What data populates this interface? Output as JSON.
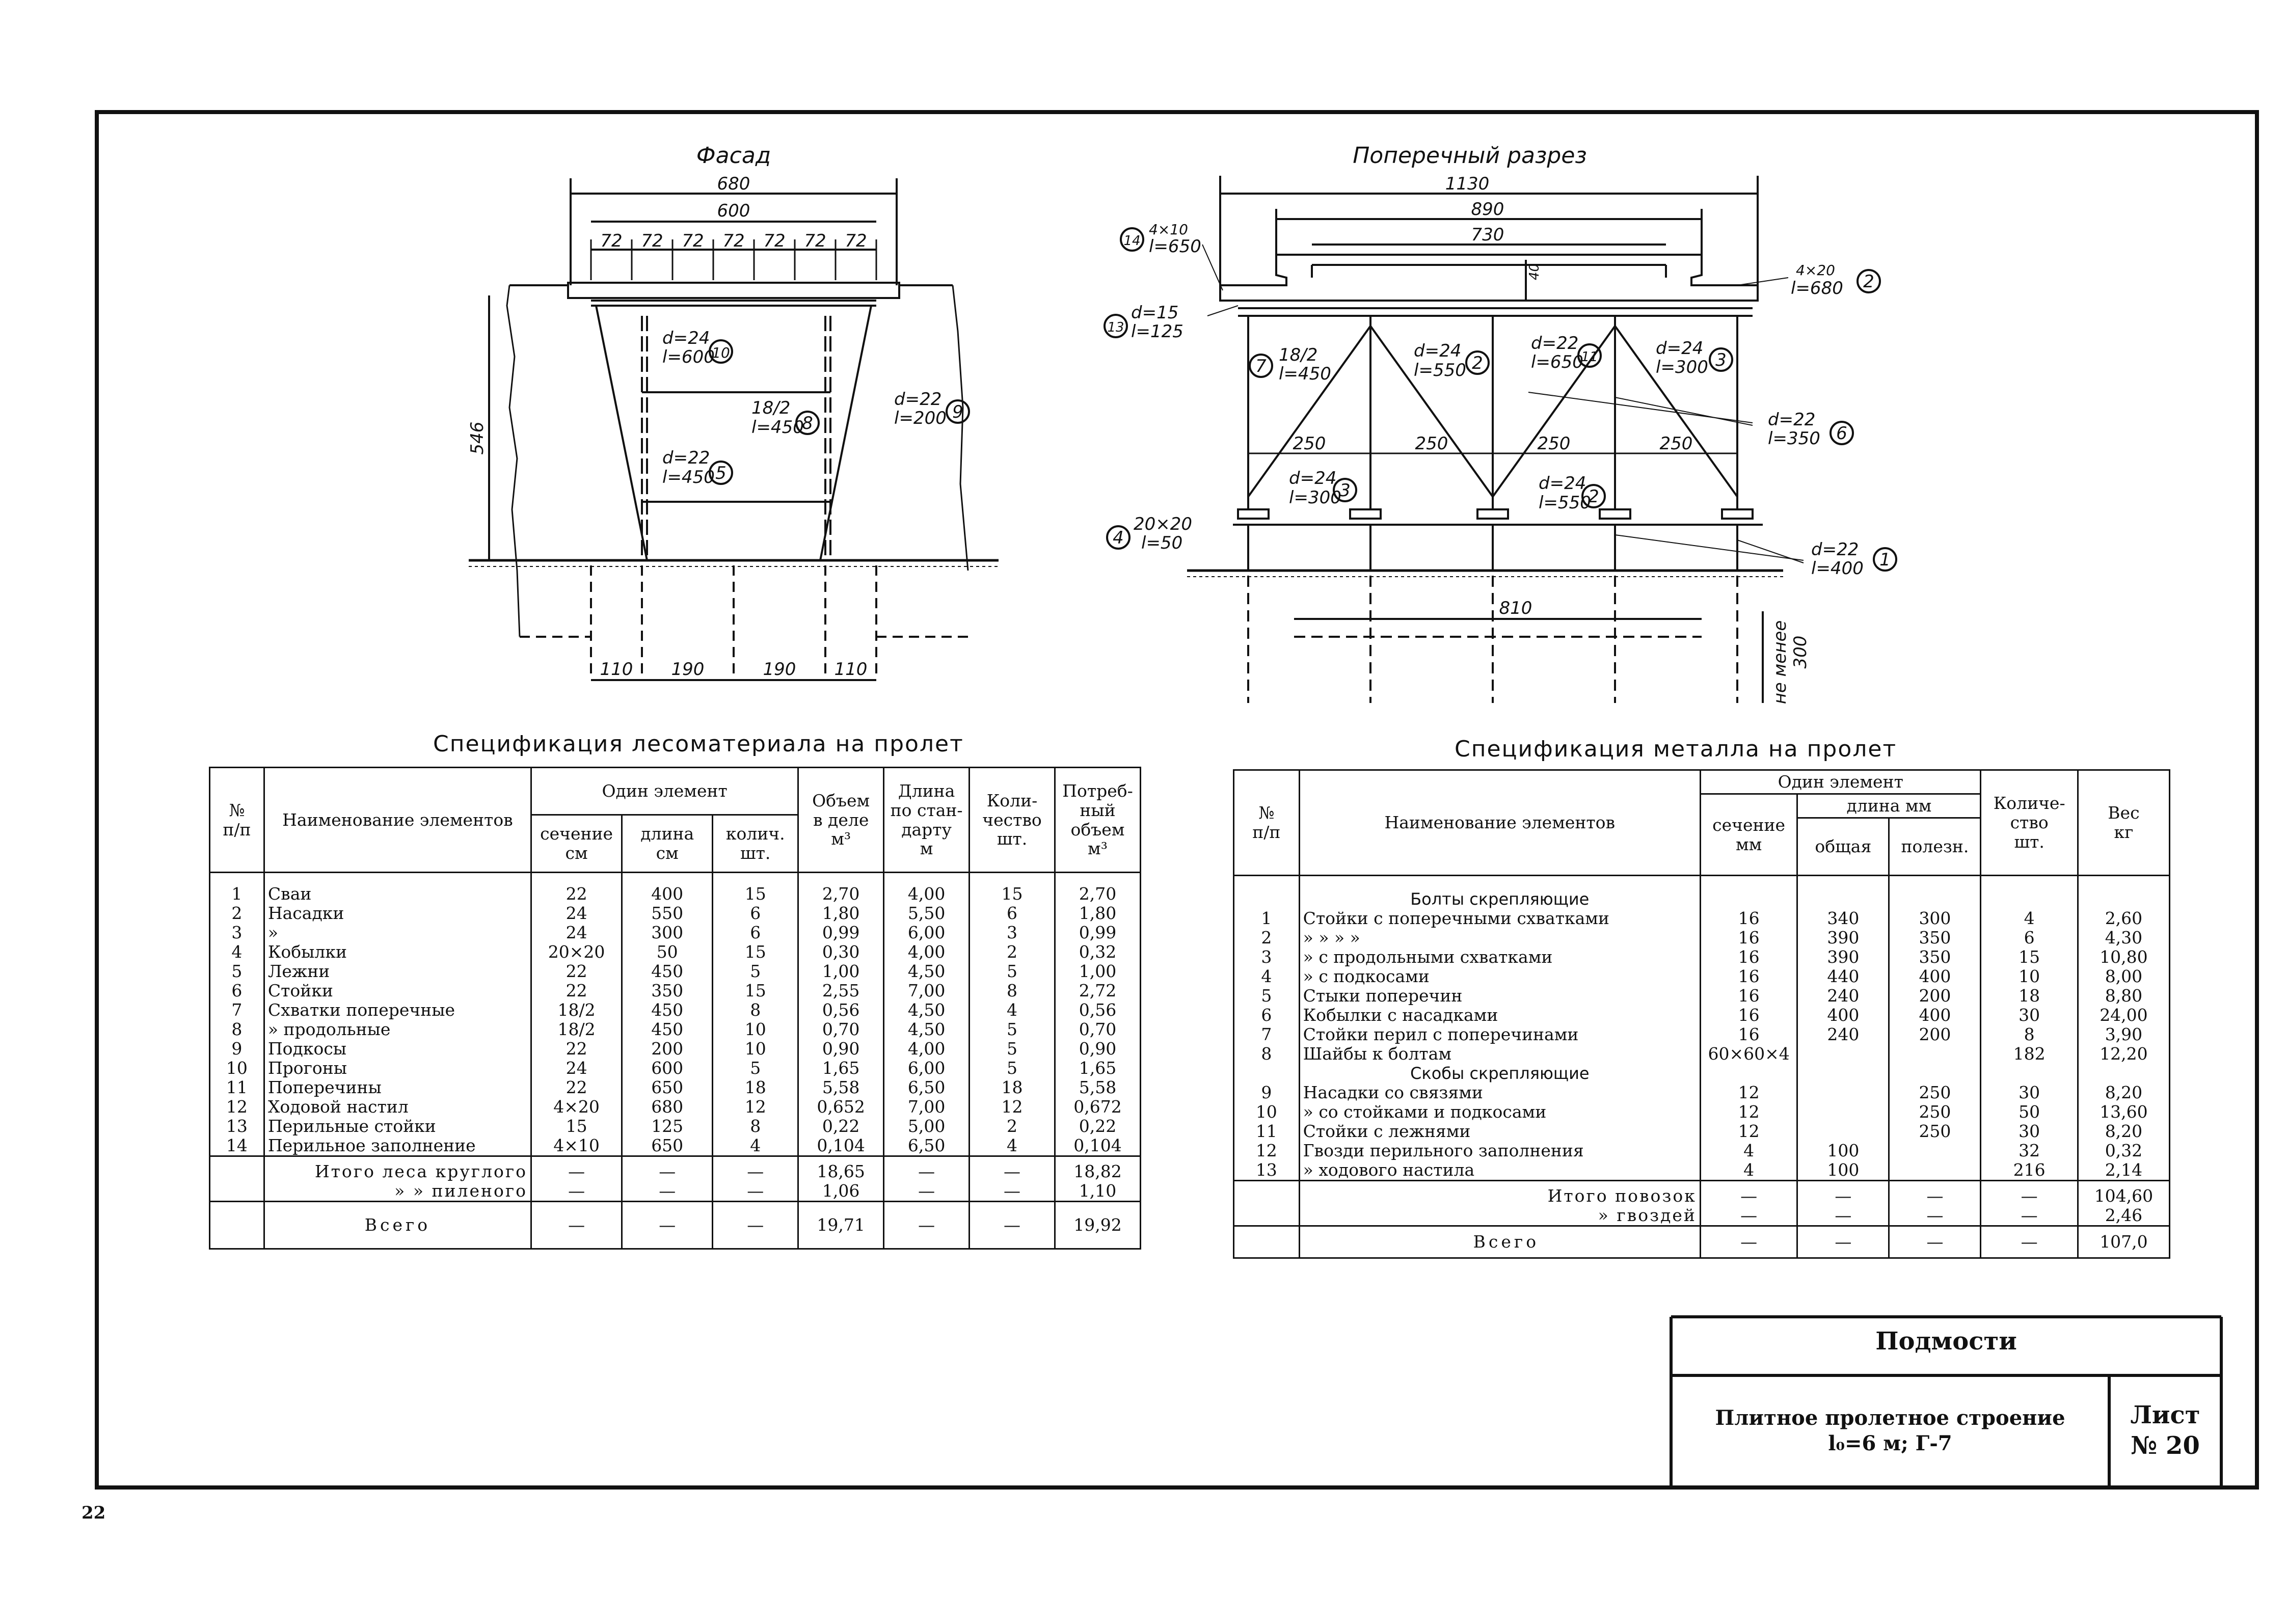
{
  "page_number": "22",
  "drawings": {
    "facade": {
      "title": "Фасад",
      "dims": [
        "680",
        "600",
        "72",
        "546",
        "110",
        "190",
        "190",
        "110"
      ],
      "callouts": [
        "d=24",
        "l=600",
        "10",
        "18/2",
        "l=450",
        "8",
        "d=22",
        "l=200",
        "9",
        "d=22",
        "l=450",
        "5"
      ]
    },
    "section": {
      "title": "Поперечный разрез",
      "dims": [
        "1130",
        "890",
        "730",
        "40",
        "250",
        "250",
        "250",
        "250",
        "810",
        "не менее",
        "300"
      ],
      "callouts": [
        "14",
        "4×10",
        "l=650",
        "13",
        "d=15",
        "l=125",
        "7",
        "18/2",
        "l=450",
        "d=24",
        "l=550",
        "2",
        "d=22",
        "l=650",
        "11",
        "d=24",
        "l=300",
        "3",
        "4×20",
        "l=680",
        "2",
        "d=22",
        "l=350",
        "6",
        "d=24",
        "l=300",
        "3",
        "d=24",
        "l=550",
        "2",
        "4",
        "20×20",
        "l=50",
        "d=22",
        "l=400",
        "1"
      ]
    }
  },
  "wood_table": {
    "heading": "Спецификация лесоматериала на пролет",
    "headers": {
      "num": "№\nп/п",
      "name": "Наименование элементов",
      "one_element": "Один элемент",
      "section": "сечение\nсм",
      "length": "длина\nсм",
      "count": "колич.\nшт.",
      "volume": "Объем\nв деле\nм³",
      "std_length": "Длина\nпо стан-\nдарту\nм",
      "quantity": "Коли-\nчество\nшт.",
      "req_volume": "Потреб-\nный\nобъем\nм³"
    },
    "rows": [
      {
        "n": "1",
        "name": "Сваи",
        "sec": "22",
        "len": "400",
        "cnt": "15",
        "vol": "2,70",
        "std": "4,00",
        "qty": "15",
        "req": "2,70"
      },
      {
        "n": "2",
        "name": "Насадки",
        "sec": "24",
        "len": "550",
        "cnt": "6",
        "vol": "1,80",
        "std": "5,50",
        "qty": "6",
        "req": "1,80"
      },
      {
        "n": "3",
        "name": "»",
        "sec": "24",
        "len": "300",
        "cnt": "6",
        "vol": "0,99",
        "std": "6,00",
        "qty": "3",
        "req": "0,99"
      },
      {
        "n": "4",
        "name": "Кобылки",
        "sec": "20×20",
        "len": "50",
        "cnt": "15",
        "vol": "0,30",
        "std": "4,00",
        "qty": "2",
        "req": "0,32"
      },
      {
        "n": "5",
        "name": "Лежни",
        "sec": "22",
        "len": "450",
        "cnt": "5",
        "vol": "1,00",
        "std": "4,50",
        "qty": "5",
        "req": "1,00"
      },
      {
        "n": "6",
        "name": "Стойки",
        "sec": "22",
        "len": "350",
        "cnt": "15",
        "vol": "2,55",
        "std": "7,00",
        "qty": "8",
        "req": "2,72"
      },
      {
        "n": "7",
        "name": "Схватки поперечные",
        "sec": "18/2",
        "len": "450",
        "cnt": "8",
        "vol": "0,56",
        "std": "4,50",
        "qty": "4",
        "req": "0,56"
      },
      {
        "n": "8",
        "name": "» продольные",
        "sec": "18/2",
        "len": "450",
        "cnt": "10",
        "vol": "0,70",
        "std": "4,50",
        "qty": "5",
        "req": "0,70"
      },
      {
        "n": "9",
        "name": "Подкосы",
        "sec": "22",
        "len": "200",
        "cnt": "10",
        "vol": "0,90",
        "std": "4,00",
        "qty": "5",
        "req": "0,90"
      },
      {
        "n": "10",
        "name": "Прогоны",
        "sec": "24",
        "len": "600",
        "cnt": "5",
        "vol": "1,65",
        "std": "6,00",
        "qty": "5",
        "req": "1,65"
      },
      {
        "n": "11",
        "name": "Поперечины",
        "sec": "22",
        "len": "650",
        "cnt": "18",
        "vol": "5,58",
        "std": "6,50",
        "qty": "18",
        "req": "5,58"
      },
      {
        "n": "12",
        "name": "Ходовой настил",
        "sec": "4×20",
        "len": "680",
        "cnt": "12",
        "vol": "0,652",
        "std": "7,00",
        "qty": "12",
        "req": "0,672"
      },
      {
        "n": "13",
        "name": "Перильные стойки",
        "sec": "15",
        "len": "125",
        "cnt": "8",
        "vol": "0,22",
        "std": "5,00",
        "qty": "2",
        "req": "0,22"
      },
      {
        "n": "14",
        "name": "Перильное заполнение",
        "sec": "4×10",
        "len": "650",
        "cnt": "4",
        "vol": "0,104",
        "std": "6,50",
        "qty": "4",
        "req": "0,104"
      }
    ],
    "totals": [
      {
        "name": "Итого леса круглого",
        "sec": "—",
        "len": "—",
        "cnt": "—",
        "vol": "18,65",
        "std": "—",
        "qty": "—",
        "req": "18,82"
      },
      {
        "name": "» » пиленого",
        "sec": "—",
        "len": "—",
        "cnt": "—",
        "vol": "1,06",
        "std": "—",
        "qty": "—",
        "req": "1,10"
      }
    ],
    "grand": {
      "name": "Всего",
      "sec": "—",
      "len": "—",
      "cnt": "—",
      "vol": "19,71",
      "std": "—",
      "qty": "—",
      "req": "19,92"
    }
  },
  "metal_table": {
    "heading": "Спецификация металла на пролет",
    "headers": {
      "num": "№\nп/п",
      "name": "Наименование элементов",
      "one_element": "Один элемент",
      "section": "сечение\nмм",
      "length": "длина мм",
      "total": "общая",
      "useful": "полезн.",
      "quantity": "Количе-\nство\nшт.",
      "weight": "Вес\nкг"
    },
    "group1": "Болты скрепляющие",
    "rows1": [
      {
        "n": "1",
        "name": "Стойки с поперечными схватками",
        "sec": "16",
        "tot": "340",
        "use": "300",
        "qty": "4",
        "w": "2,60"
      },
      {
        "n": "2",
        "name": "» » » »",
        "sec": "16",
        "tot": "390",
        "use": "350",
        "qty": "6",
        "w": "4,30"
      },
      {
        "n": "3",
        "name": "» с продольными схватками",
        "sec": "16",
        "tot": "390",
        "use": "350",
        "qty": "15",
        "w": "10,80"
      },
      {
        "n": "4",
        "name": "» с подкосами",
        "sec": "16",
        "tot": "440",
        "use": "400",
        "qty": "10",
        "w": "8,00"
      },
      {
        "n": "5",
        "name": "Стыки поперечин",
        "sec": "16",
        "tot": "240",
        "use": "200",
        "qty": "18",
        "w": "8,80"
      },
      {
        "n": "6",
        "name": "Кобылки с насадками",
        "sec": "16",
        "tot": "400",
        "use": "400",
        "qty": "30",
        "w": "24,00"
      },
      {
        "n": "7",
        "name": "Стойки перил с поперечинами",
        "sec": "16",
        "tot": "240",
        "use": "200",
        "qty": "8",
        "w": "3,90"
      },
      {
        "n": "8",
        "name": "Шайбы к болтам",
        "sec": "60×60×4",
        "tot": "",
        "use": "",
        "qty": "182",
        "w": "12,20"
      }
    ],
    "group2": "Скобы скрепляющие",
    "rows2": [
      {
        "n": "9",
        "name": "Насадки со связями",
        "sec": "12",
        "tot": "",
        "use": "250",
        "qty": "30",
        "w": "8,20"
      },
      {
        "n": "10",
        "name": "» со стойками и подкосами",
        "sec": "12",
        "tot": "",
        "use": "250",
        "qty": "50",
        "w": "13,60"
      },
      {
        "n": "11",
        "name": "Стойки с лежнями",
        "sec": "12",
        "tot": "",
        "use": "250",
        "qty": "30",
        "w": "8,20"
      },
      {
        "n": "12",
        "name": "Гвозди перильного заполнения",
        "sec": "4",
        "tot": "100",
        "use": "",
        "qty": "32",
        "w": "0,32"
      },
      {
        "n": "13",
        "name": "» ходового настила",
        "sec": "4",
        "tot": "100",
        "use": "",
        "qty": "216",
        "w": "2,14"
      }
    ],
    "totals": [
      {
        "name": "Итого повозок",
        "sec": "—",
        "tot": "—",
        "use": "—",
        "qty": "—",
        "w": "104,60"
      },
      {
        "name": "» гвоздей",
        "sec": "—",
        "tot": "—",
        "use": "—",
        "qty": "—",
        "w": "2,46"
      }
    ],
    "grand": {
      "name": "Всего",
      "sec": "—",
      "tot": "—",
      "use": "—",
      "qty": "—",
      "w": "107,0"
    }
  },
  "title_block": {
    "title": "Подмости",
    "desc_line1": "Плитное пролетное строение",
    "desc_line2": "l₀=6 м;  Г-7",
    "sheet_label": "Лист",
    "sheet_number": "№ 20"
  }
}
